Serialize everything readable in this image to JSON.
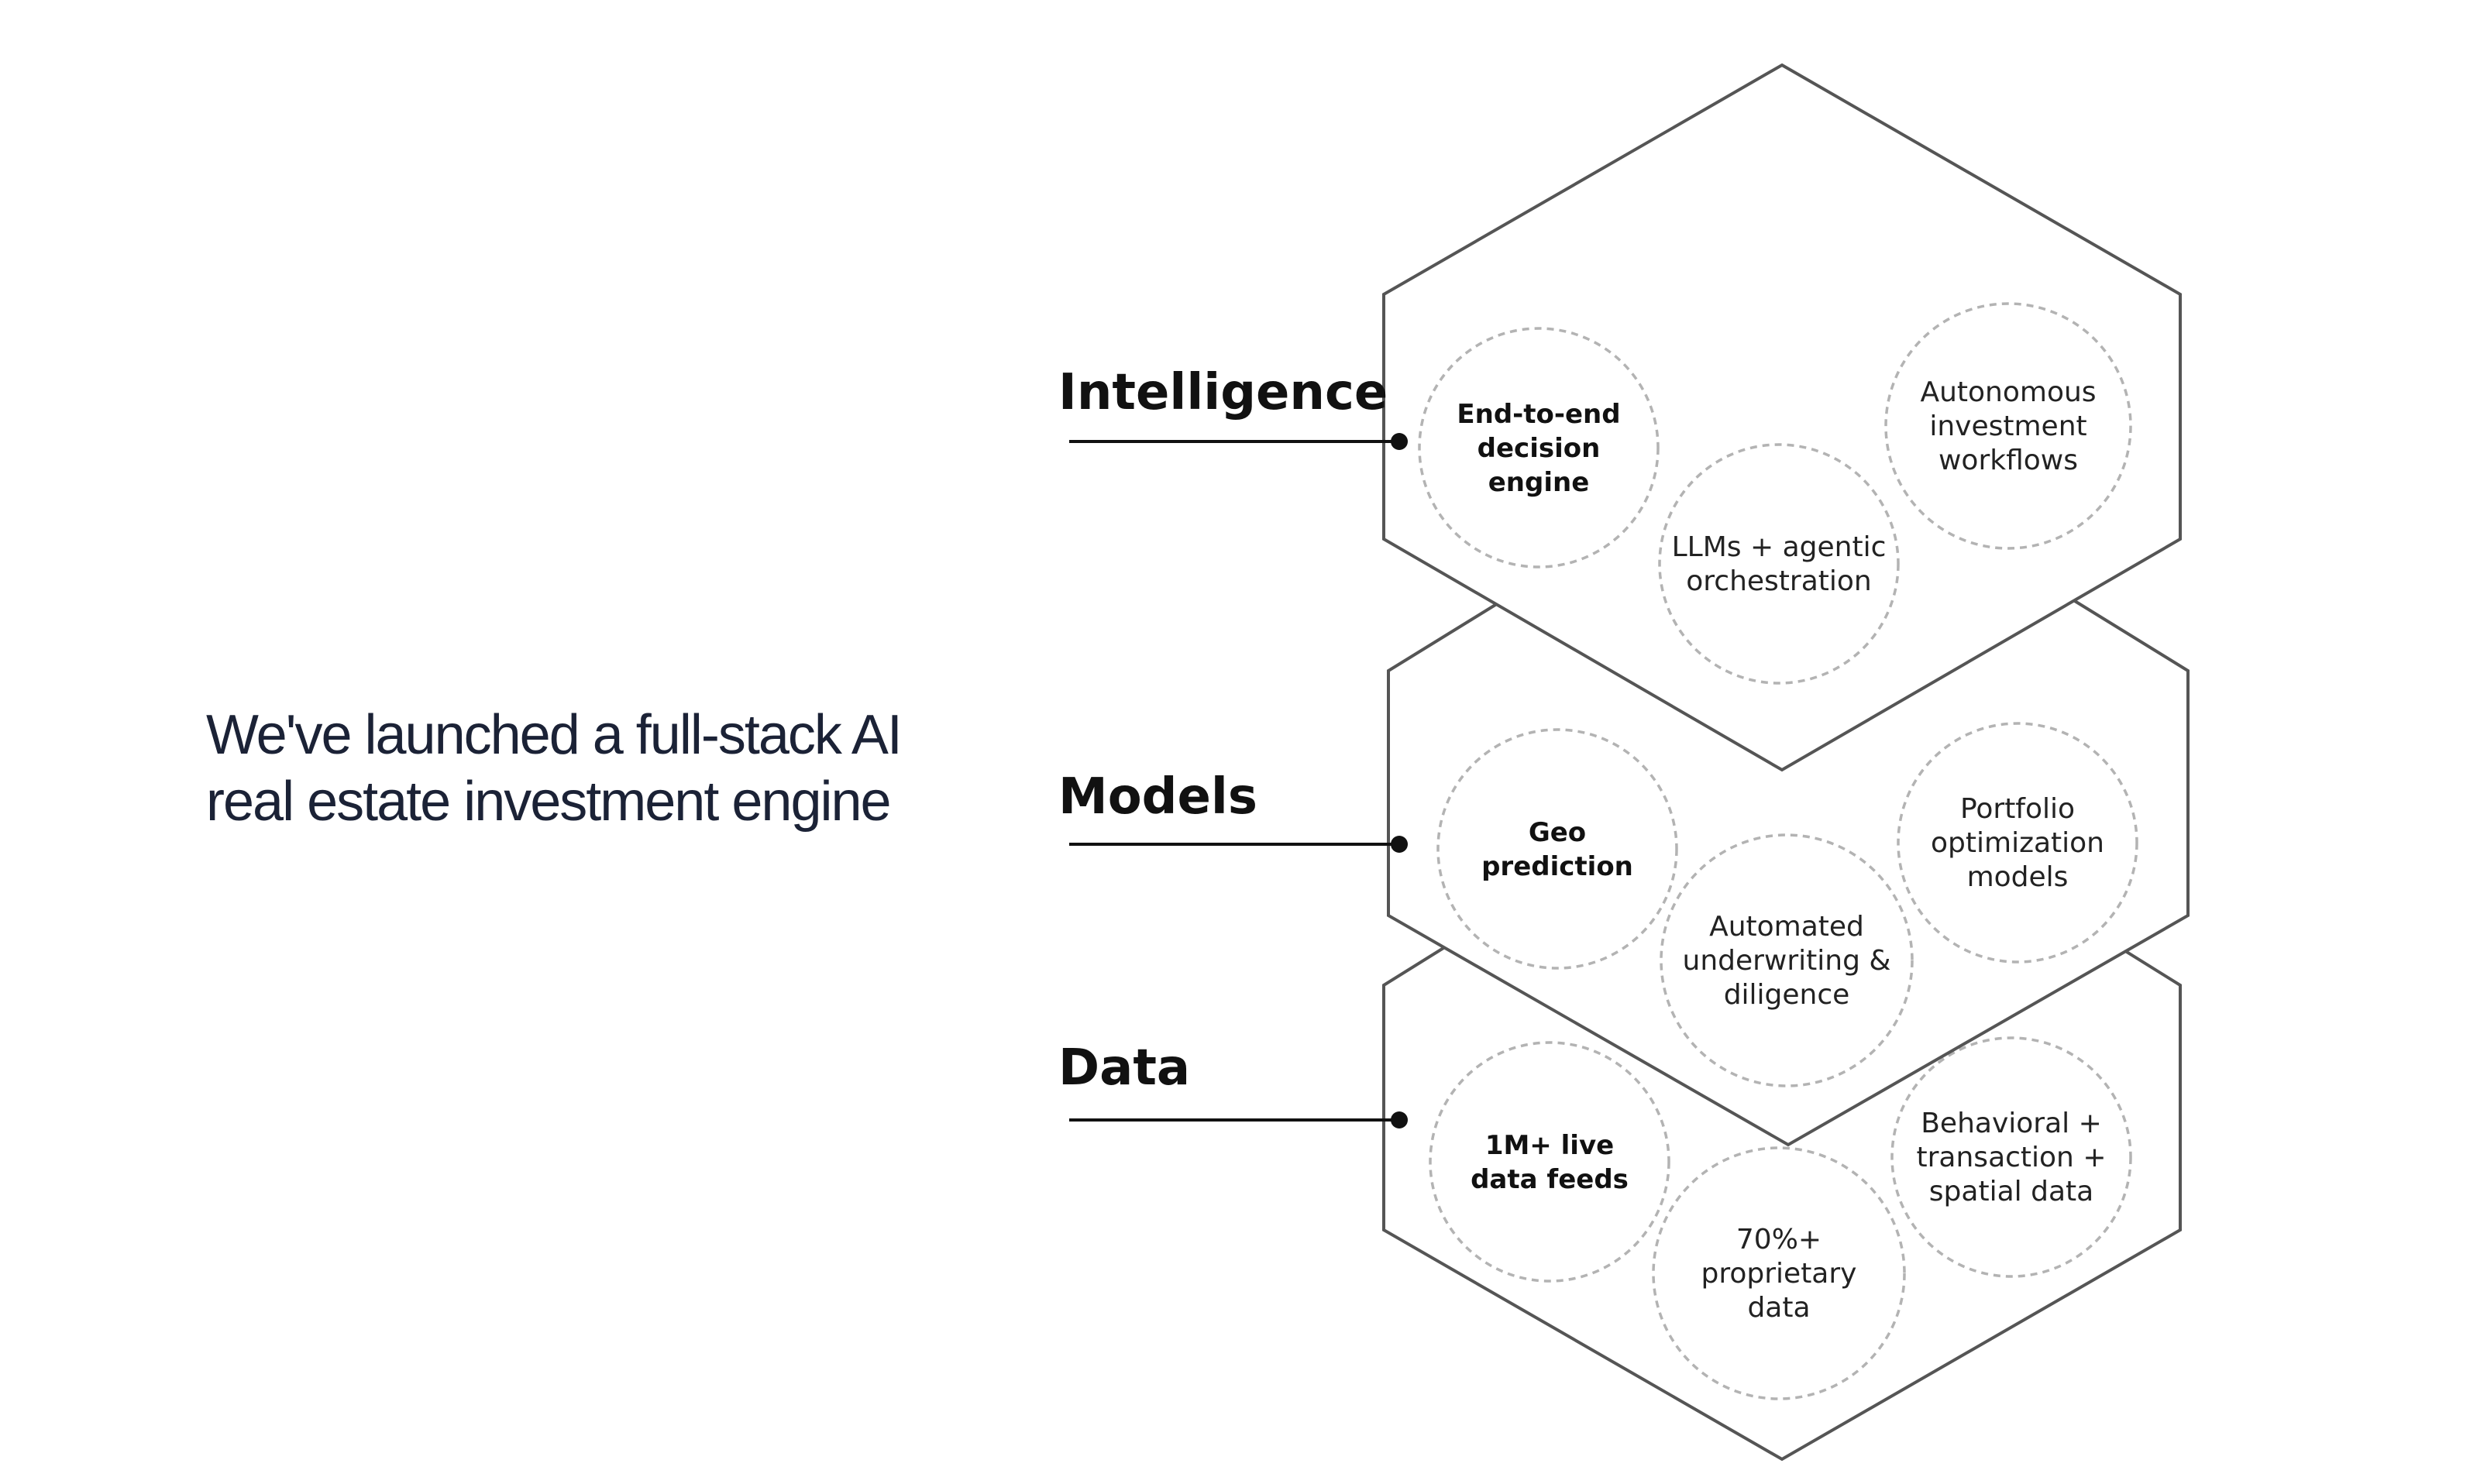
{
  "headline": {
    "line1": "We've launched a full-stack AI",
    "line2": "real estate investment engine"
  },
  "layers": [
    {
      "title": "Intelligence",
      "bubbles": [
        {
          "lines": [
            "End-to-end",
            "decision",
            "engine"
          ],
          "bold": true
        },
        {
          "lines": [
            "LLMs + agentic",
            "orchestration"
          ],
          "bold": false
        },
        {
          "lines": [
            "Autonomous",
            "investment",
            "workflows"
          ],
          "bold": false
        }
      ]
    },
    {
      "title": "Models",
      "bubbles": [
        {
          "lines": [
            "Geo",
            "prediction"
          ],
          "bold": true
        },
        {
          "lines": [
            "Automated",
            "underwriting &",
            "diligence"
          ],
          "bold": false
        },
        {
          "lines": [
            "Portfolio",
            "optimization",
            "models"
          ],
          "bold": false
        }
      ]
    },
    {
      "title": "Data",
      "bubbles": [
        {
          "lines": [
            "1M+ live",
            "data feeds"
          ],
          "bold": true
        },
        {
          "lines": [
            "70%+",
            "proprietary",
            "data"
          ],
          "bold": false
        },
        {
          "lines": [
            "Behavioral +",
            "transaction +",
            "spatial data"
          ],
          "bold": false
        }
      ]
    }
  ],
  "colors": {
    "headline": "#1b2236",
    "hex_stroke": "#555555",
    "bubble_stroke": "#b3b3b3",
    "connector": "#111111"
  }
}
